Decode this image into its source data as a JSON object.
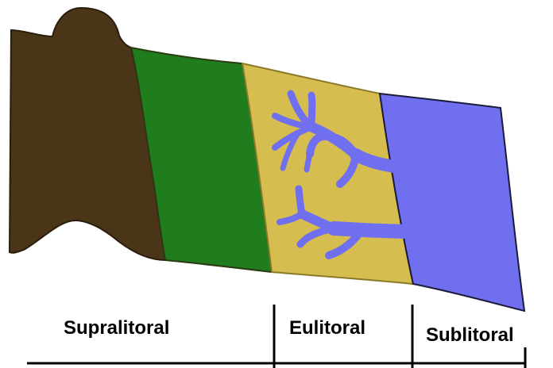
{
  "colors": {
    "background": "#ffffff",
    "land": "#4a3518",
    "green_zone": "#1f7d1e",
    "sand_zone": "#d6bd4f",
    "water": "#6f6ff0",
    "outline": "#1a1a1a",
    "axis": "#000000"
  },
  "labels": {
    "supralitoral": "Supralitoral",
    "eulitoral": "Eulitoral",
    "sublitoral": "Sublitoral"
  }
}
